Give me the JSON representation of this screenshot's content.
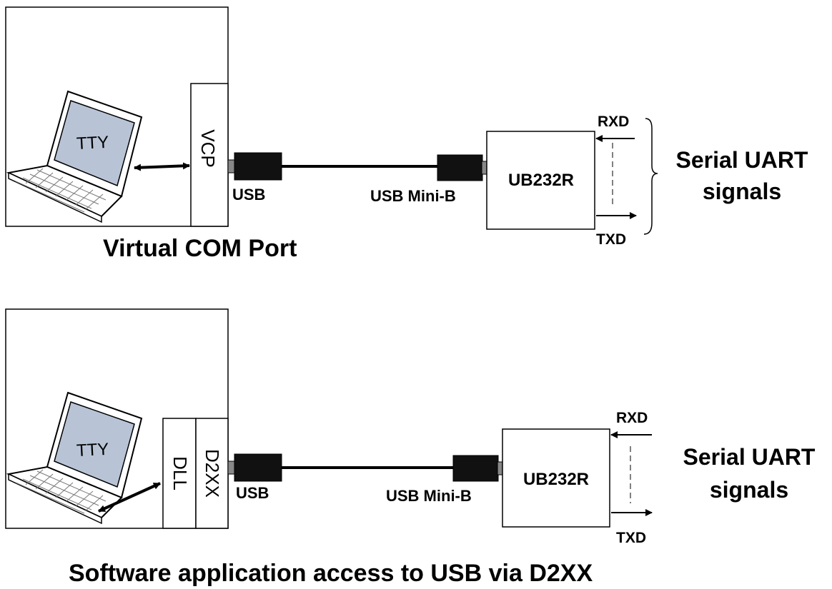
{
  "colors": {
    "line": "#000000",
    "connector": "#111111",
    "plug_tip": "#888888",
    "screen": "#b8c4d6",
    "background": "#ffffff"
  },
  "top": {
    "laptop_screen_label": "TTY",
    "driver_label": "VCP",
    "usb_label": "USB",
    "usb_mini_label": "USB Mini-B",
    "device_label": "UB232R",
    "rxd_label": "RXD",
    "txd_label": "TXD",
    "serial_line1": "Serial UART",
    "serial_line2": "signals",
    "caption": "Virtual COM Port"
  },
  "bottom": {
    "laptop_screen_label": "TTY",
    "dll_label": "DLL",
    "driver_label": "D2XX",
    "usb_label": "USB",
    "usb_mini_label": "USB Mini-B",
    "device_label": "UB232R",
    "rxd_label": "RXD",
    "txd_label": "TXD",
    "serial_line1": "Serial UART",
    "serial_line2": "signals",
    "caption": "Software application access to USB via D2XX"
  }
}
